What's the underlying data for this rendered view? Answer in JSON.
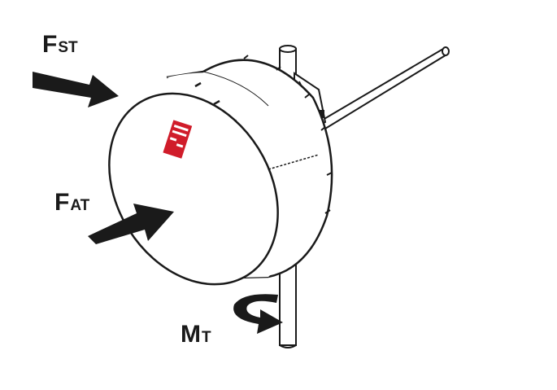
{
  "labels": {
    "f_st": {
      "main": "F",
      "sub": "ST"
    },
    "f_at": {
      "main": "F",
      "sub": "AT"
    },
    "m_t": {
      "main": "M",
      "sub": "T"
    }
  },
  "colors": {
    "ink": "#1a1a1a",
    "logo": "#d01c2a",
    "dish": "#ffffff"
  },
  "icons": [
    "arrow-right-icon",
    "curved-arrow-icon",
    "antenna-logo-icon"
  ]
}
